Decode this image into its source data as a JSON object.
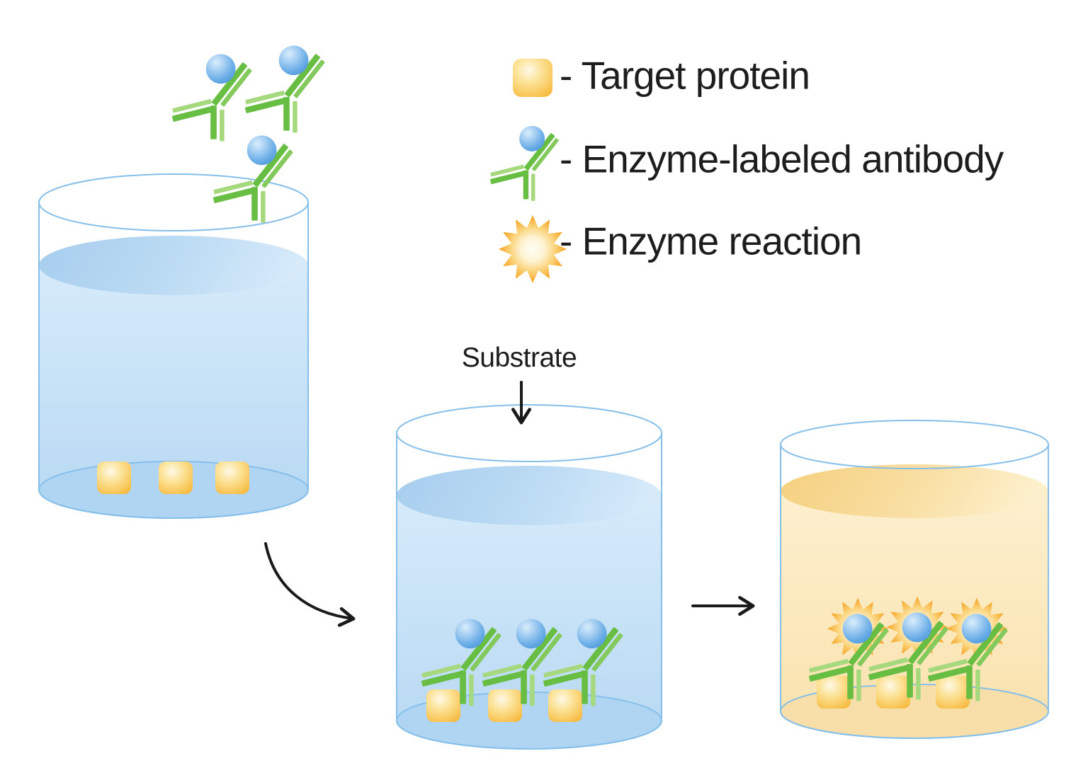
{
  "labels": {
    "substrate": "Substrate"
  },
  "legend": {
    "items": [
      {
        "icon": "target-protein-icon",
        "label": "- Target protein"
      },
      {
        "icon": "enzyme-labeled-antibody-icon",
        "label": "- Enzyme-labeled antibody"
      },
      {
        "icon": "enzyme-reaction-icon",
        "label": "- Enzyme reaction"
      }
    ]
  },
  "scene": {
    "beaker_count": 3,
    "target_proteins_per_beaker": 3,
    "antibodies_per_beaker": 3,
    "enzyme_reactions_in_final_beaker": 3
  },
  "colors": {
    "antibody_green_dark": "#68be43",
    "antibody_green_mid": "#83c95b",
    "antibody_green_light": "#a6d87e",
    "enzyme_blue": "#5fa4e0",
    "protein_yellow": "#f6b637",
    "reaction_orange": "#f5a01c",
    "beaker_outline_blue": "#85bfea",
    "water_blue": "#c3e0f6",
    "reaction_liquid_yellow": "#f9e1ac",
    "arrow_black": "#1a1a1a",
    "text_black": "#1d1d1d"
  }
}
